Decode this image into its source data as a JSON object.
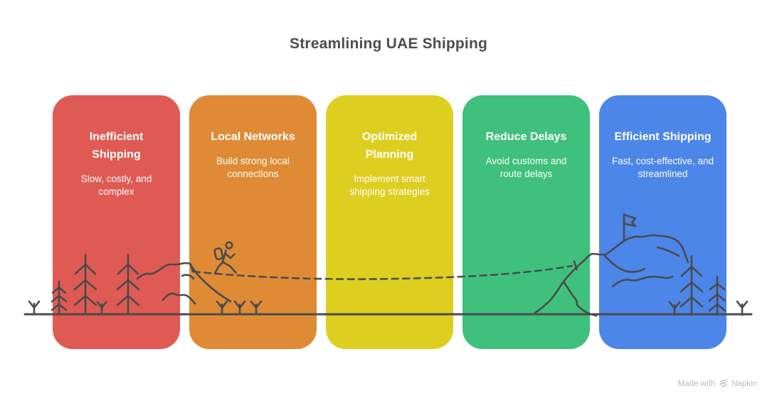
{
  "title": "Streamlining UAE Shipping",
  "cards": [
    {
      "id": "inefficient-shipping",
      "title": "Inefficient Shipping",
      "subtitle": "Slow, costly, and complex",
      "color": "#E05A54"
    },
    {
      "id": "local-networks",
      "title": "Local Networks",
      "subtitle": "Build strong local connections",
      "color": "#DF8B35"
    },
    {
      "id": "optimized-planning",
      "title": "Optimized Planning",
      "subtitle": "Implement smart shipping strategies",
      "color": "#DECE20"
    },
    {
      "id": "reduce-delays",
      "title": "Reduce Delays",
      "subtitle": "Avoid customs and route delays",
      "color": "#3FC07D"
    },
    {
      "id": "efficient-shipping",
      "title": "Efficient Shipping",
      "subtitle": "Fast, cost-effective, and streamlined",
      "color": "#4C86E8"
    }
  ],
  "illustration": {
    "stroke_color": "#4A4B4D",
    "elements": [
      "ground-line",
      "sprout",
      "pine-tree",
      "hill-ridge",
      "foothill-ridge",
      "hiker-with-backpack",
      "trail-dashed-line",
      "trail-end-tick",
      "mountain-range",
      "flag-on-summit"
    ]
  },
  "footer": {
    "made_with": "Made with",
    "brand": "Napkin",
    "logo_icon": "napkin-logo-icon",
    "text_color": "#B9BDC2"
  },
  "colors": {
    "background": "#FFFFFF",
    "title_text": "#4D4D4D",
    "card_text": "#FFFFFF"
  }
}
